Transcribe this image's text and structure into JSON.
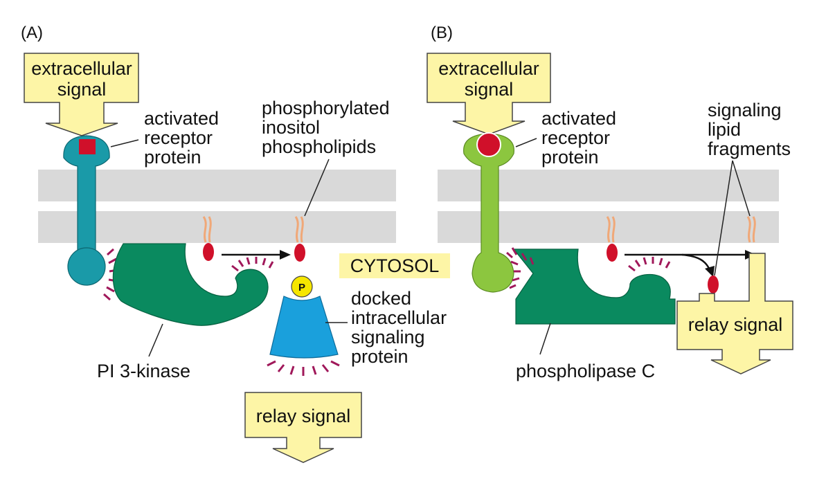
{
  "panels": {
    "a_label": "(A)",
    "b_label": "(B)"
  },
  "panel_a": {
    "signal_line1": "extracellular",
    "signal_line2": "signal",
    "receptor_line1": "activated",
    "receptor_line2": "receptor",
    "receptor_line3": "protein",
    "lipid_line1": "phosphorylated",
    "lipid_line2": "inositol",
    "lipid_line3": "phospholipids",
    "phosphate": "P",
    "docked_line1": "docked",
    "docked_line2": "intracellular",
    "docked_line3": "signaling",
    "docked_line4": "protein",
    "enzyme": "PI 3-kinase",
    "relay": "relay signal"
  },
  "cytosol": "CYTOSOL",
  "panel_b": {
    "signal_line1": "extracellular",
    "signal_line2": "signal",
    "receptor_line1": "activated",
    "receptor_line2": "receptor",
    "receptor_line3": "protein",
    "fragments_line1": "signaling",
    "fragments_line2": "lipid",
    "fragments_line3": "fragments",
    "enzyme": "phospholipase C",
    "relay": "relay signal"
  },
  "colors": {
    "membrane": "#d9d9d9",
    "signal_box": "#fdf5a6",
    "receptor_a": "#1a9aa8",
    "receptor_b": "#8cc63f",
    "enzyme": "#0a8a5f",
    "lipid_head": "#d0102a",
    "lipid_tail": "#f0a878",
    "docked": "#1aa0dc",
    "phosphate": "#f6e600",
    "activation_ticks": "#a0185a",
    "cytosol_bg": "#fdf5a6"
  }
}
